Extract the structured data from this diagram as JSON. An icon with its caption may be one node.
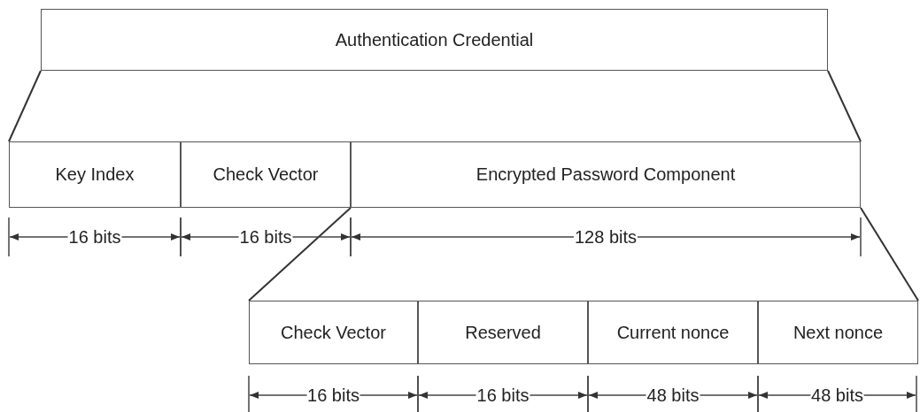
{
  "diagram": {
    "nodes": [
      {
        "text": [
          "Authentication Credential"
        ]
      },
      {
        "text": [
          "Key Index"
        ]
      },
      {
        "text": [
          "Check Vector"
        ]
      },
      {
        "text": [
          "Encrypted Password Component"
        ]
      },
      {
        "text": [
          "Check Vector"
        ]
      },
      {
        "text": [
          "Reserved"
        ]
      },
      {
        "text": [
          "Current nonce"
        ]
      },
      {
        "text": [
          "Next nonce"
        ]
      }
    ],
    "edges": [
      {
        "from": 0,
        "to": 1,
        "arrow": "none"
      },
      {
        "from": 0,
        "to": 3,
        "arrow": "none"
      },
      {
        "from": 3,
        "to": 4,
        "arrow": "none"
      },
      {
        "from": 3,
        "to": 7,
        "arrow": "none"
      }
    ],
    "labels": [
      "16 bits",
      "16 bits",
      "128 bits",
      "16 bits",
      "16 bits",
      "48 bits",
      "48 bits"
    ]
  }
}
